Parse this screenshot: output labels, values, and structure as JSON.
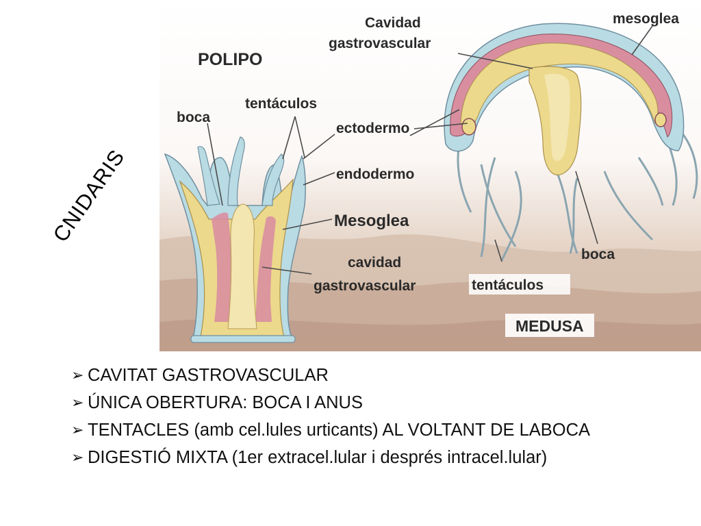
{
  "slide": {
    "title": "CNIDARIS"
  },
  "diagram": {
    "polyp_title": "POLIPO",
    "medusa_title": "MEDUSA",
    "labels": {
      "boca_polyp": "boca",
      "tentaculos_polyp": "tentáculos",
      "ectodermo": "ectodermo",
      "endodermo": "endodermo",
      "mesoglea_polyp": "Mesoglea",
      "cavidad_polyp_1": "cavidad",
      "cavidad_polyp_2": "gastrovascular",
      "cavidad_medusa_1": "Cavidad",
      "cavidad_medusa_2": "gastrovascular",
      "mesoglea_medusa": "mesoglea",
      "boca_medusa": "boca",
      "tentaculos_medusa": "tentáculos"
    }
  },
  "bullets": {
    "marker_icon": "arrow-bullet-icon",
    "items": [
      "CAVITAT GASTROVASCULAR",
      "ÚNICA OBERTURA: BOCA I ANUS",
      "TENTACLES (amb cel.lules urticants) AL VOLTANT DE LABOCA",
      "DIGESTIÓ MIXTA (1er extracel.lular i després intracel.lular)"
    ]
  },
  "colors": {
    "mesoglea_fill": "#ecd98c",
    "endoderm_fill": "#d98ea0",
    "ectoderm_fill": "#b9dbe3",
    "seabed": "#d6bfae"
  }
}
